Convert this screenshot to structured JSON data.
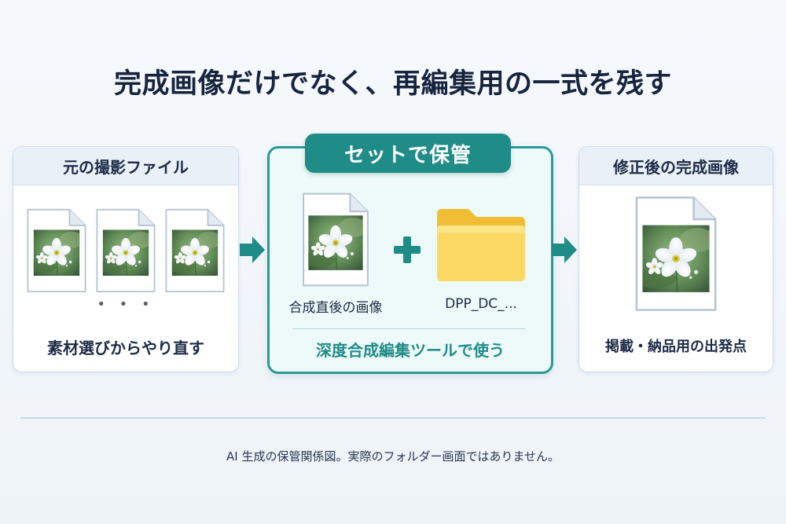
{
  "title": "完成画像だけでなく、再編集用の一式を残す",
  "left_panel": {
    "heading": "元の撮影ファイル",
    "ellipsis": "• • •",
    "footer": "素材選びからやり直す",
    "icons": [
      "raw-file-icon",
      "raw-file-icon",
      "raw-file-icon"
    ]
  },
  "center_panel": {
    "badge": "セットで保管",
    "image_label": "合成直後の画像",
    "folder_label": "DPP_DC_...",
    "footer": "深度合成編集ツールで使う",
    "icons": [
      "image-file-icon",
      "plus-icon",
      "folder-icon"
    ]
  },
  "right_panel": {
    "heading": "修正後の完成画像",
    "footer": "掲載・納品用の出発点",
    "icons": [
      "final-image-file-icon"
    ]
  },
  "caption": "AI 生成の保管関係図。実際のフォルダー画面ではありません。",
  "colors": {
    "teal": "#1f8c88",
    "teal_border": "#2a9a96",
    "folder": "#f6cc4c",
    "panel_border": "#cfdcea",
    "title": "#17243d"
  }
}
